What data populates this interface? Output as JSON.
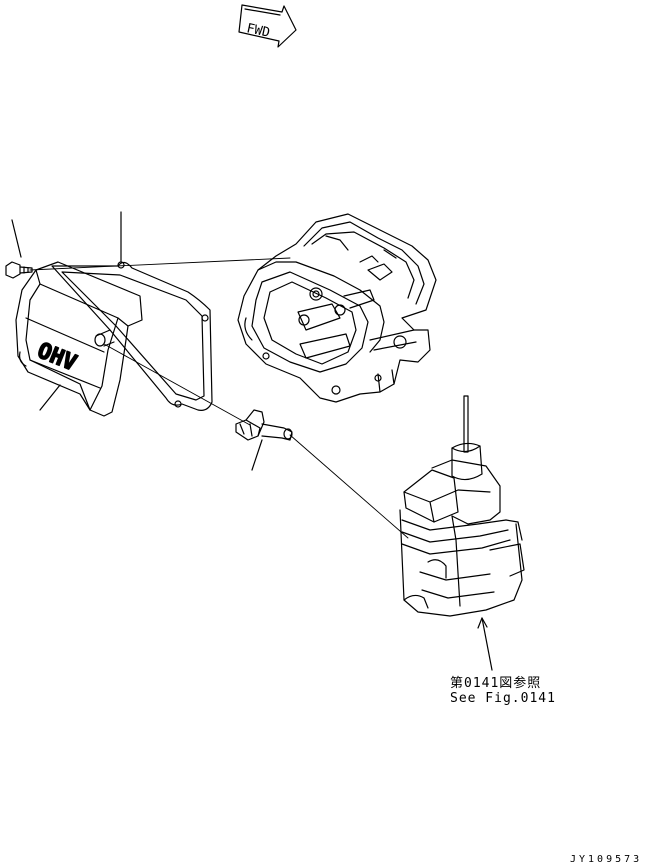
{
  "fwd_label": "FWD",
  "cover_marking": "OHV",
  "reference": {
    "line1": "第0141図参照",
    "line2": "See Fig.0141"
  },
  "drawing_code": "JY109573"
}
